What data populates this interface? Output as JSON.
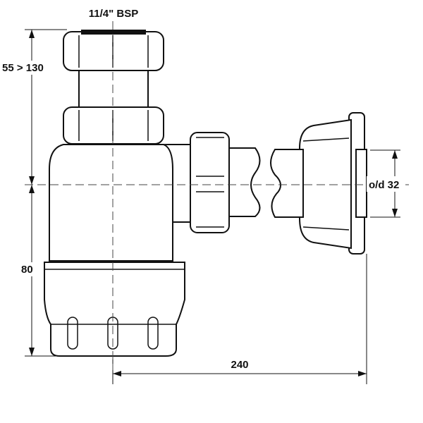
{
  "labels": {
    "thread_size": "11/4\" BSP",
    "height_adjust": "55 > 130",
    "lower_height": "80",
    "outlet_diameter": "o/d 32",
    "projection": "240"
  }
}
